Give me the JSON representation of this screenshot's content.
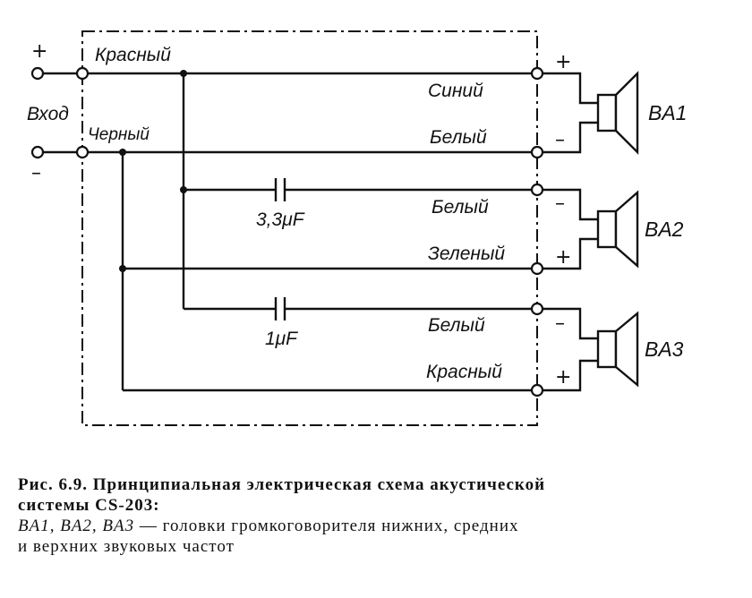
{
  "input": {
    "plus_sign": "+",
    "minus_sign": "–",
    "label": "Вход"
  },
  "wires": {
    "red_in": "Красный",
    "black_in": "Черный",
    "ba1_top": "Синий",
    "ba1_bottom": "Белый",
    "ba2_top": "Белый",
    "ba2_bottom": "Зеленый",
    "ba3_top": "Белый",
    "ba3_bottom": "Красный"
  },
  "capacitors": {
    "c1": "3,3μF",
    "c2": "1μF"
  },
  "speakers": [
    {
      "name": "BA1",
      "top_sign": "+",
      "bottom_sign": "–"
    },
    {
      "name": "BA2",
      "top_sign": "–",
      "bottom_sign": "+"
    },
    {
      "name": "BA3",
      "top_sign": "–",
      "bottom_sign": "+"
    }
  ],
  "caption": {
    "line1": "Рис. 6.9. Принципиальная электрическая схема акустической",
    "line2": "системы CS-203:",
    "legend_names": "BA1, BA2, BA3",
    "legend_dash": " — ",
    "legend_text1": "головки громкоговорителя нижних, средних",
    "legend_line2": "и верхних звуковых частот"
  }
}
